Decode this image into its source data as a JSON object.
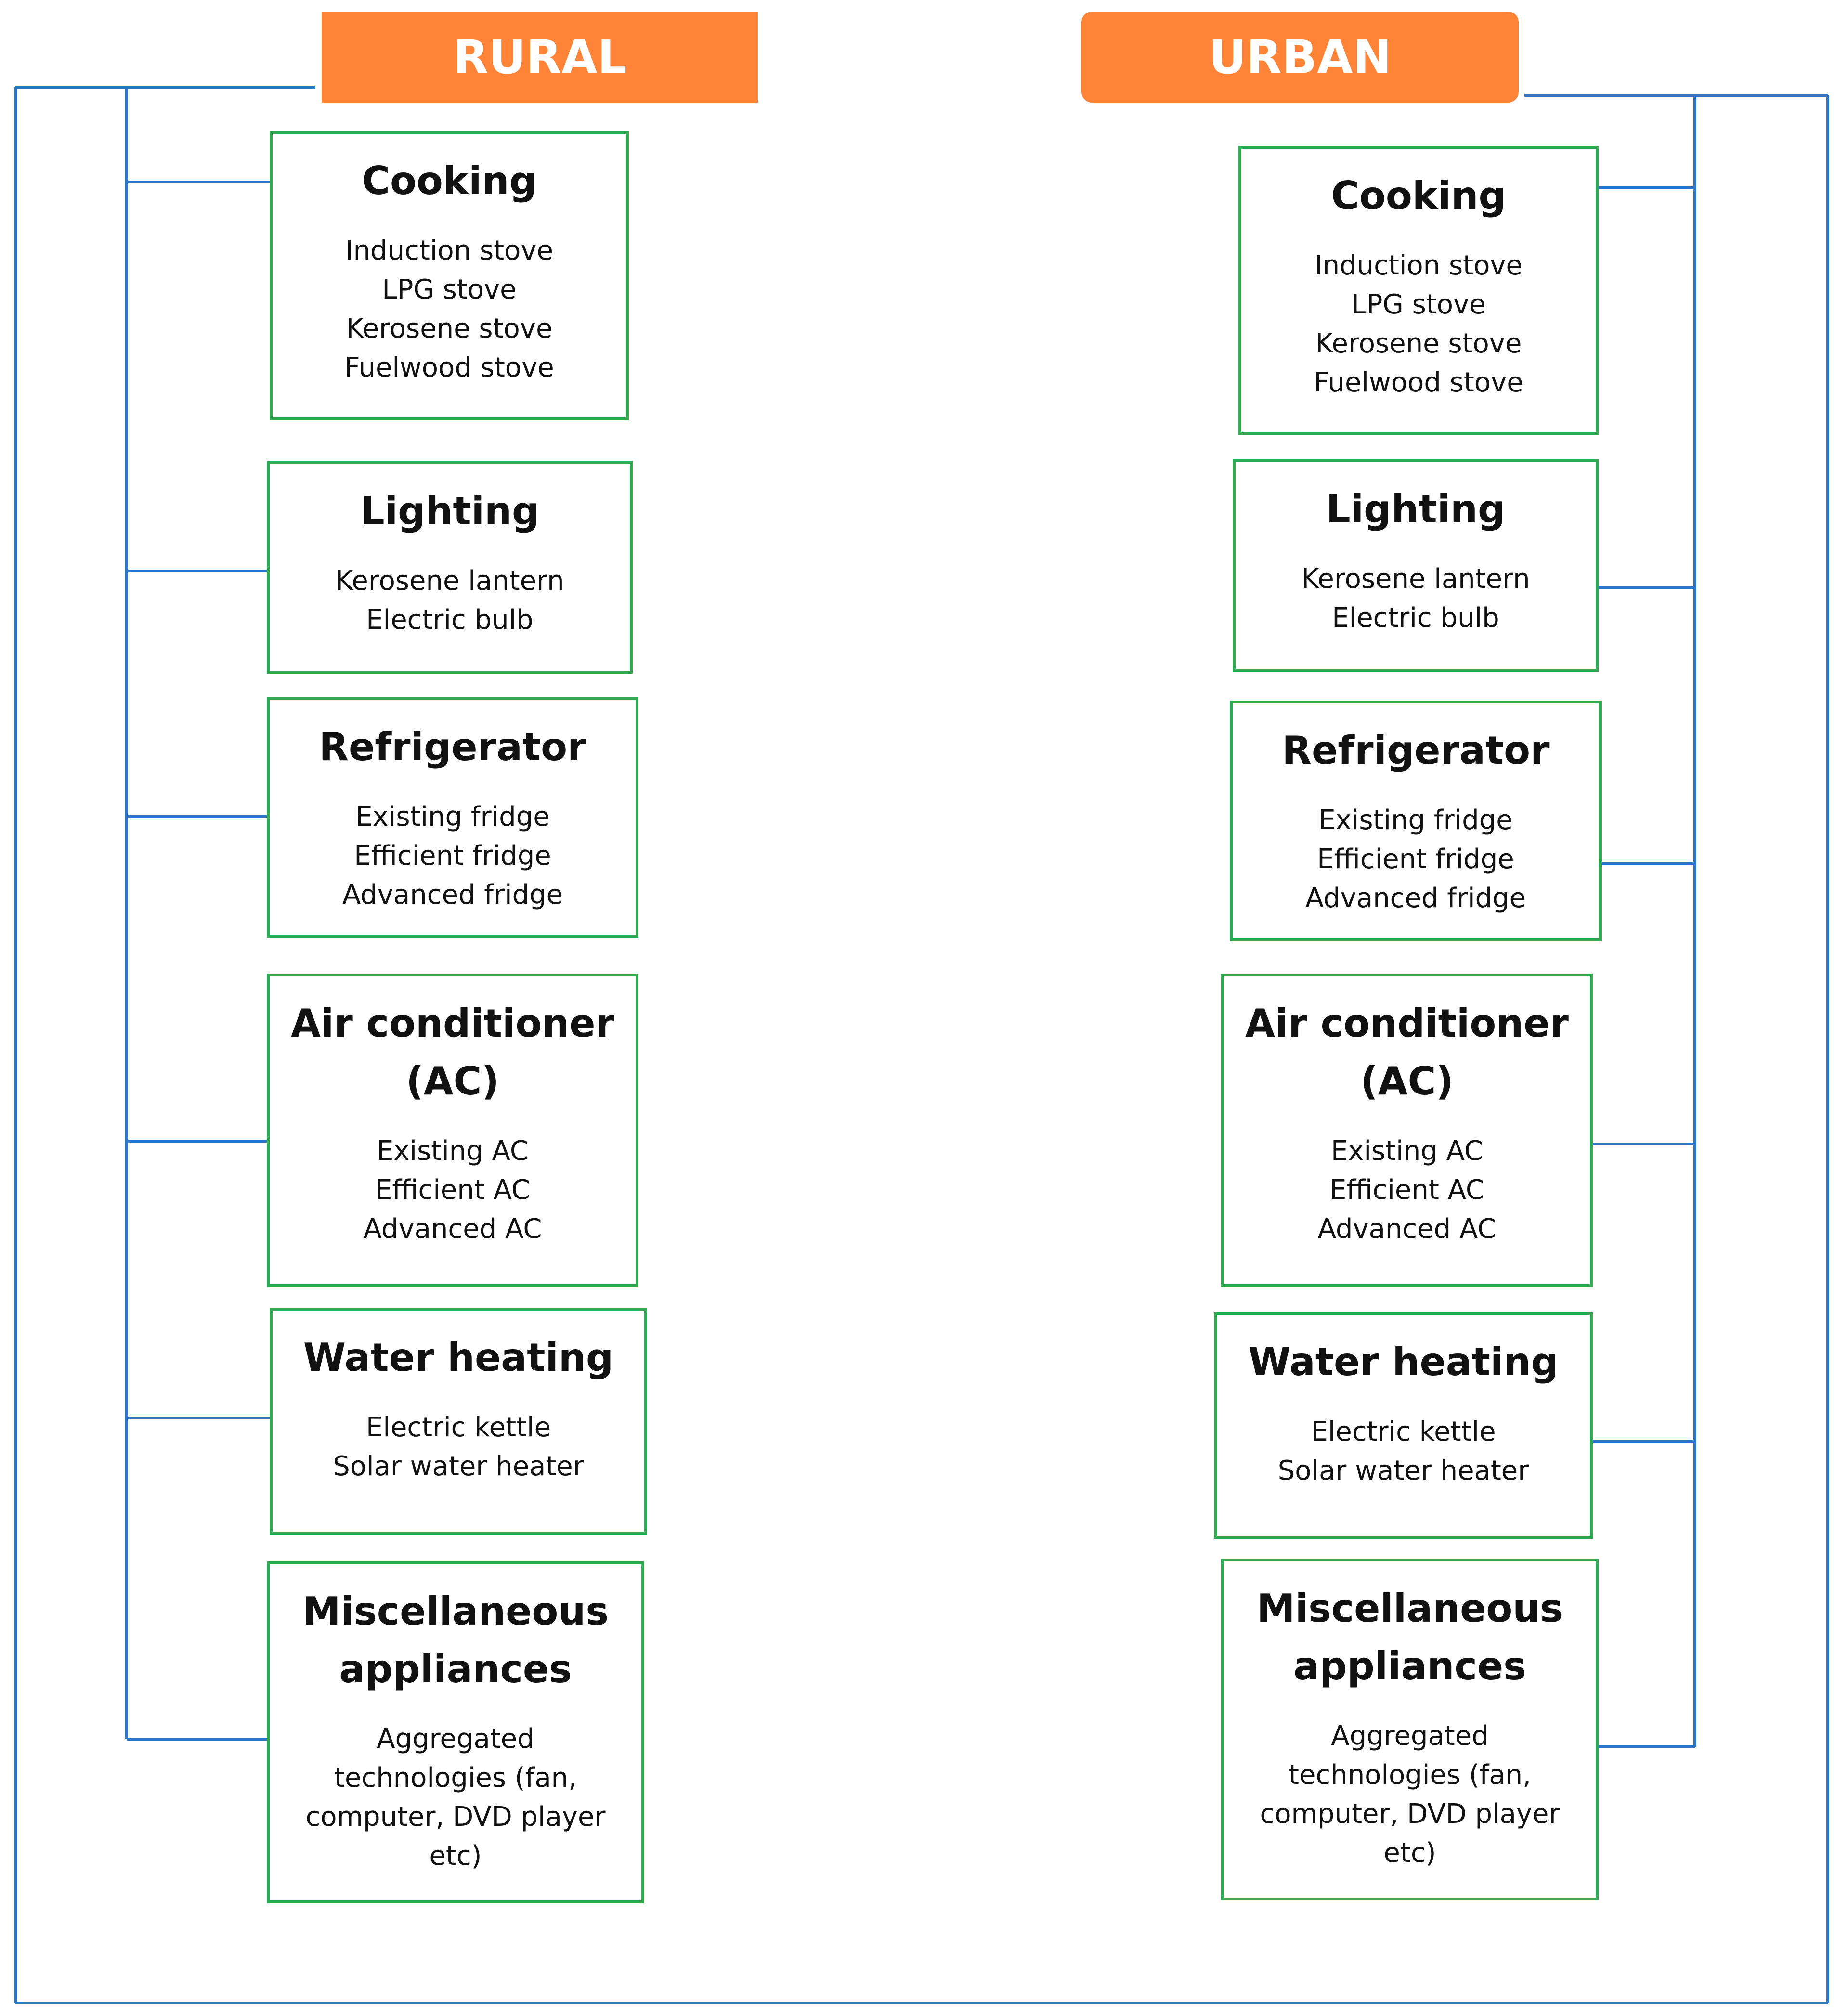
{
  "colors": {
    "header": "#ff8437",
    "box_border": "#33a852",
    "connector": "#2e75c9"
  },
  "rural": {
    "header": "RURAL",
    "boxes": [
      {
        "title": "Cooking",
        "items": [
          "Induction stove",
          "LPG stove",
          "Kerosene stove",
          "Fuelwood stove"
        ]
      },
      {
        "title": "Lighting",
        "items": [
          "Kerosene lantern",
          "Electric bulb"
        ]
      },
      {
        "title": "Refrigerator",
        "items": [
          "Existing fridge",
          "Efficient fridge",
          "Advanced fridge"
        ]
      },
      {
        "title": "Air conditioner\n(AC)",
        "items": [
          "Existing AC",
          "Efficient AC",
          "Advanced AC"
        ]
      },
      {
        "title": "Water heating",
        "items": [
          "Electric kettle",
          "Solar water heater"
        ]
      },
      {
        "title": "Miscellaneous\nappliances",
        "items": [
          "Aggregated\ntechnologies (fan,\ncomputer, DVD player\netc)"
        ]
      }
    ]
  },
  "urban": {
    "header": "URBAN",
    "boxes": [
      {
        "title": "Cooking",
        "items": [
          "Induction stove",
          "LPG stove",
          "Kerosene stove",
          "Fuelwood stove"
        ]
      },
      {
        "title": "Lighting",
        "items": [
          "Kerosene lantern",
          "Electric bulb"
        ]
      },
      {
        "title": "Refrigerator",
        "items": [
          "Existing fridge",
          "Efficient fridge",
          "Advanced fridge"
        ]
      },
      {
        "title": "Air conditioner\n(AC)",
        "items": [
          "Existing AC",
          "Efficient AC",
          "Advanced AC"
        ]
      },
      {
        "title": "Water heating",
        "items": [
          "Electric kettle",
          "Solar water heater"
        ]
      },
      {
        "title": "Miscellaneous\nappliances",
        "items": [
          "Aggregated\ntechnologies (fan,\ncomputer, DVD player\netc)"
        ]
      }
    ]
  }
}
